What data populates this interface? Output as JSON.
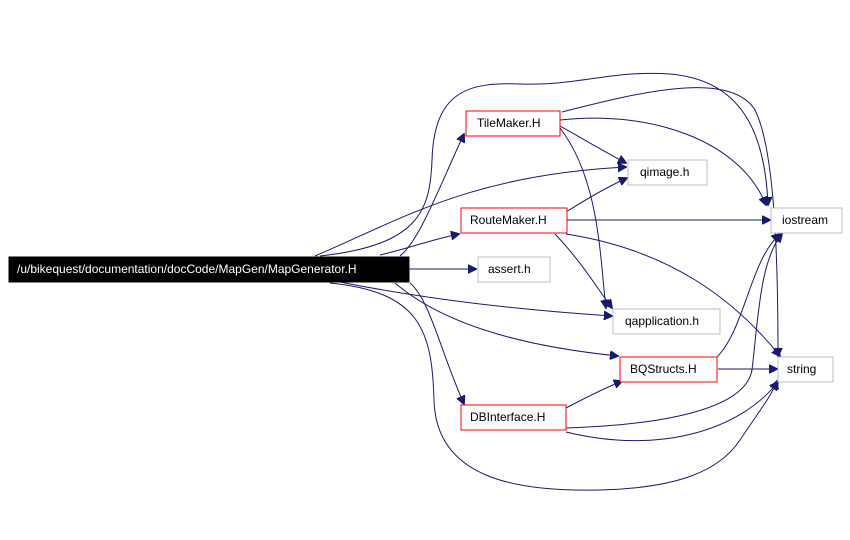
{
  "graph": {
    "root": {
      "id": "root",
      "label": "/u/bikequest/documentation/docCode/MapGen/MapGenerator.H"
    },
    "nodes": [
      {
        "id": "tilemaker",
        "label": "TileMaker.H",
        "kind": "documented"
      },
      {
        "id": "qimage",
        "label": "qimage.h",
        "kind": "external"
      },
      {
        "id": "routemaker",
        "label": "RouteMaker.H",
        "kind": "documented"
      },
      {
        "id": "iostream",
        "label": "iostream",
        "kind": "external"
      },
      {
        "id": "assert",
        "label": "assert.h",
        "kind": "external"
      },
      {
        "id": "qapplication",
        "label": "qapplication.h",
        "kind": "external"
      },
      {
        "id": "bqstructs",
        "label": "BQStructs.H",
        "kind": "documented"
      },
      {
        "id": "string",
        "label": "string",
        "kind": "external"
      },
      {
        "id": "dbinterface",
        "label": "DBInterface.H",
        "kind": "documented"
      }
    ],
    "edges": [
      [
        "root",
        "tilemaker"
      ],
      [
        "root",
        "qimage"
      ],
      [
        "root",
        "routemaker"
      ],
      [
        "root",
        "assert"
      ],
      [
        "root",
        "qapplication"
      ],
      [
        "root",
        "bqstructs"
      ],
      [
        "root",
        "dbinterface"
      ],
      [
        "root",
        "iostream"
      ],
      [
        "root",
        "string"
      ],
      [
        "tilemaker",
        "qimage"
      ],
      [
        "tilemaker",
        "qapplication"
      ],
      [
        "tilemaker",
        "iostream"
      ],
      [
        "tilemaker",
        "string"
      ],
      [
        "routemaker",
        "qimage"
      ],
      [
        "routemaker",
        "iostream"
      ],
      [
        "routemaker",
        "qapplication"
      ],
      [
        "routemaker",
        "string"
      ],
      [
        "bqstructs",
        "iostream"
      ],
      [
        "bqstructs",
        "string"
      ],
      [
        "dbinterface",
        "bqstructs"
      ],
      [
        "dbinterface",
        "iostream"
      ],
      [
        "dbinterface",
        "string"
      ]
    ],
    "colors": {
      "edge": "#191970",
      "documented_border": "#ff0000",
      "external_border": "#bfbfbf",
      "root_fill": "#000000"
    }
  }
}
